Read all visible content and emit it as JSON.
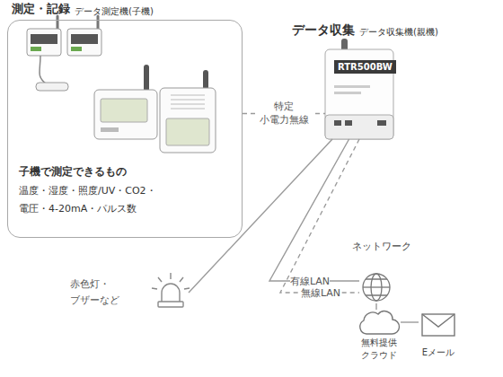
{
  "diagram": {
    "nodes": [
      {
        "text": [
          "測定・記録",
          "データ測定機(子機)",
          "子機で測定できるもの",
          "温度・湿度・照度/UV・CO2・ 電圧・4-20mA・パルス数"
        ]
      },
      {
        "text": [
          "データ収集",
          "データ収集機(親機)",
          "RTR500BW"
        ]
      },
      {
        "text": [
          "赤色灯・ ブザーなど"
        ]
      },
      {
        "text": [
          "ネットワーク"
        ]
      },
      {
        "text": [
          "無料提供 クラウド"
        ]
      },
      {
        "text": [
          "Eメール"
        ]
      }
    ],
    "edges": [
      {
        "from": 0,
        "to": 1,
        "arrow": "none",
        "label": "特定 小電力無線"
      },
      {
        "from": 1,
        "to": 2,
        "arrow": "none"
      },
      {
        "from": 1,
        "to": 3,
        "arrow": "none",
        "label": "有線LAN"
      },
      {
        "from": 1,
        "to": 3,
        "arrow": "none",
        "label": "無線LAN"
      },
      {
        "from": 3,
        "to": 4,
        "arrow": "none"
      },
      {
        "from": 4,
        "to": 5,
        "arrow": "none"
      }
    ]
  }
}
